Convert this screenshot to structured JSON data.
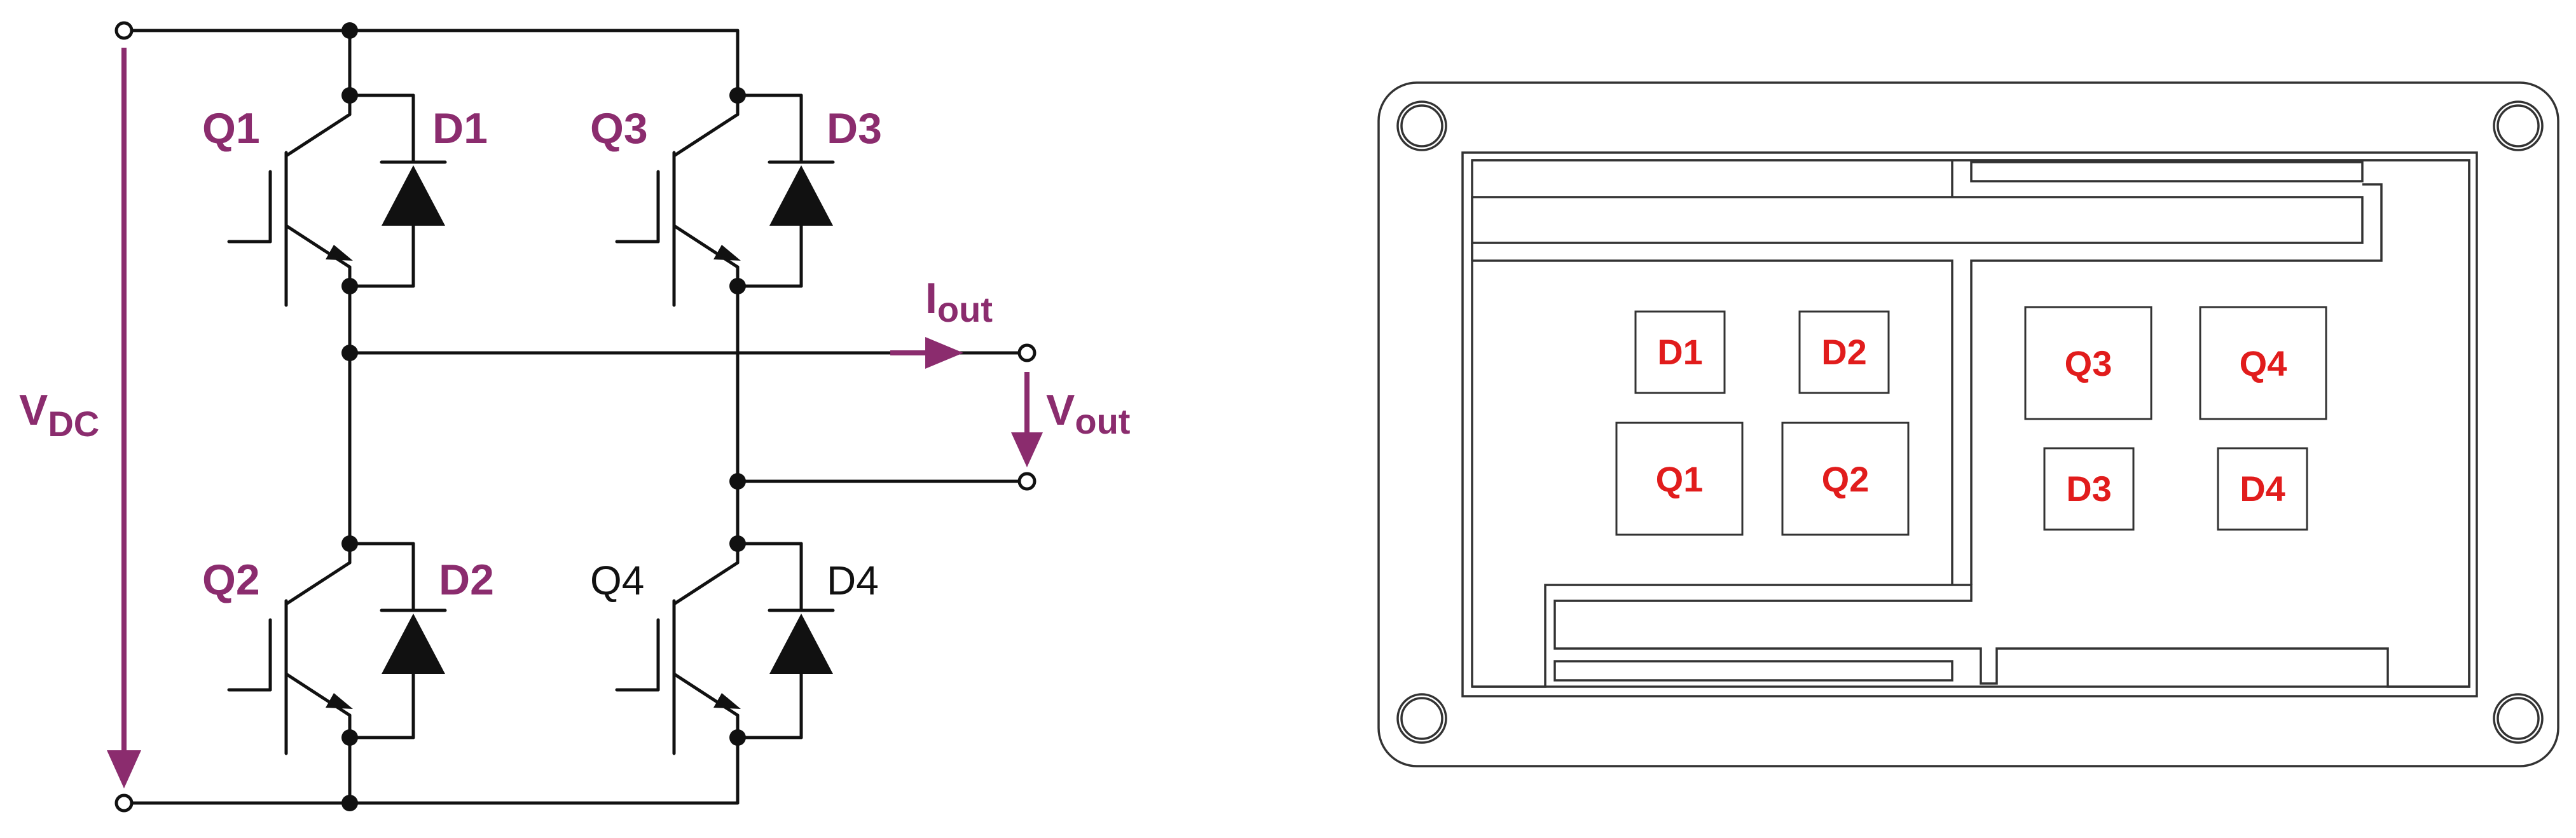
{
  "colors": {
    "accent_purple": "#8b2c6e",
    "chip_label_red": "#e11c1c",
    "wire": "#111111",
    "outline": "#333333"
  },
  "schematic": {
    "vdc_main": "V",
    "vdc_sub": "DC",
    "iout_main": "I",
    "iout_sub": "out",
    "vout_main": "V",
    "vout_sub": "out",
    "q1": "Q1",
    "d1": "D1",
    "q3": "Q3",
    "d3": "D3",
    "q2": "Q2",
    "d2": "D2",
    "q4": "Q4",
    "d4": "D4"
  },
  "module_layout": {
    "chips": [
      "D1",
      "D2",
      "Q1",
      "Q2",
      "Q3",
      "Q4",
      "D3",
      "D4"
    ]
  }
}
